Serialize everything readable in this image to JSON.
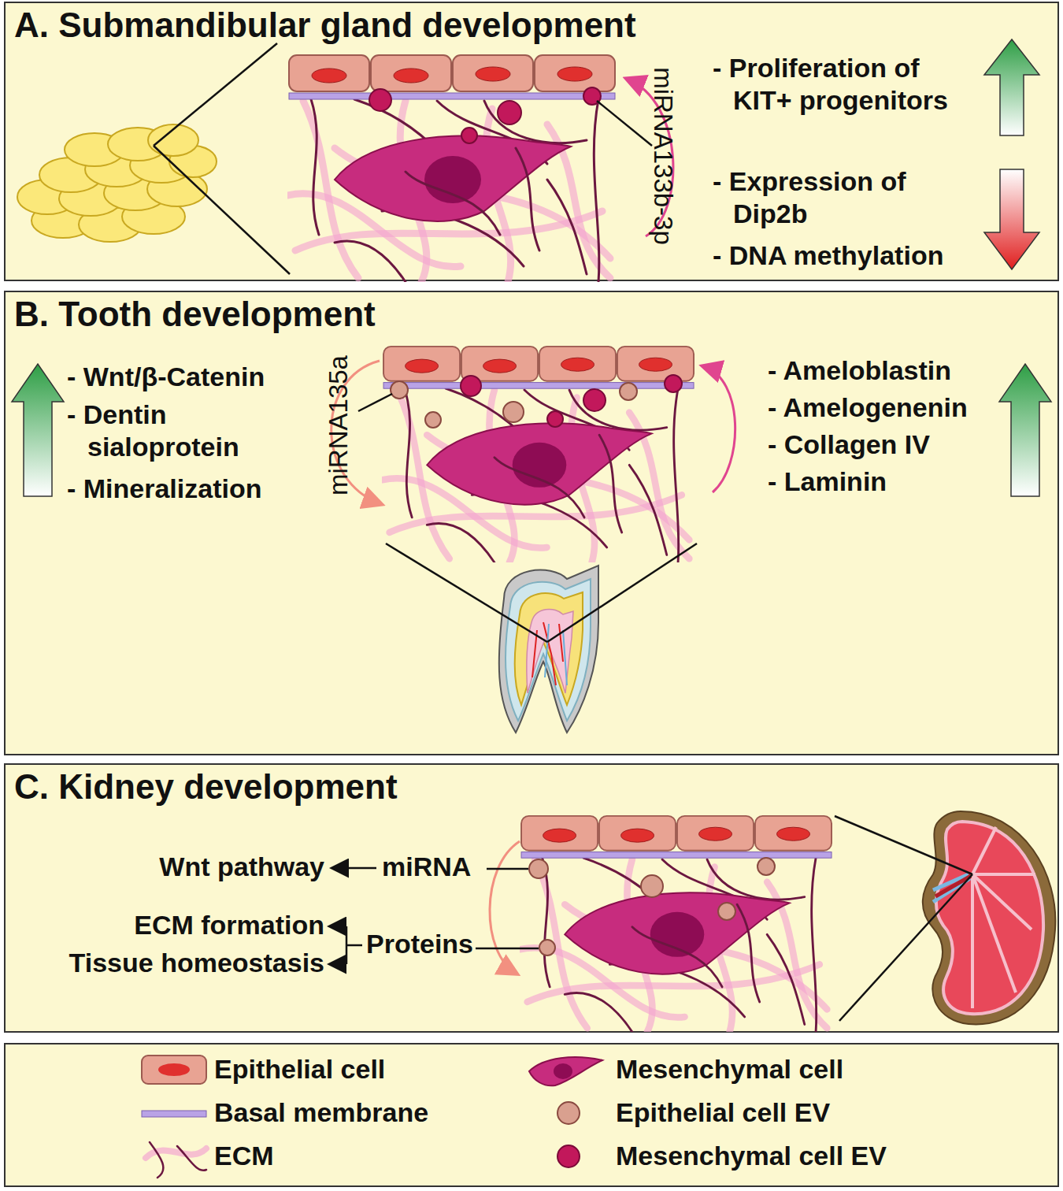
{
  "diagram": {
    "nodes": [
      {
        "text": [
          "A. Submandibular gland development"
        ]
      },
      {
        "text": [
          "B. Tooth development"
        ]
      },
      {
        "text": [
          "C. Kidney development"
        ]
      }
    ],
    "labels": [
      "miRNA133b-3p",
      "- Proliferation of KIT+ progenitors",
      "- Expression of Dip2b",
      "- DNA methylation",
      "miRNA135a",
      "- Wnt/β-Catenin",
      "- Dentin sialoprotein",
      "- Mineralization",
      "- Ameloblastin",
      "- Amelogenenin",
      "- Collagen IV",
      "- Laminin",
      "Wnt pathway",
      "miRNA",
      "ECM formation",
      "Tissue homeostasis",
      "Proteins"
    ],
    "legend": [
      {
        "text": "Epithelial cell"
      },
      {
        "text": "Mesenchymal cell"
      },
      {
        "text": "Basal membrane"
      },
      {
        "text": "Epithelial cell EV"
      },
      {
        "text": "ECM"
      },
      {
        "text": "Mesenchymal cell EV"
      }
    ]
  }
}
